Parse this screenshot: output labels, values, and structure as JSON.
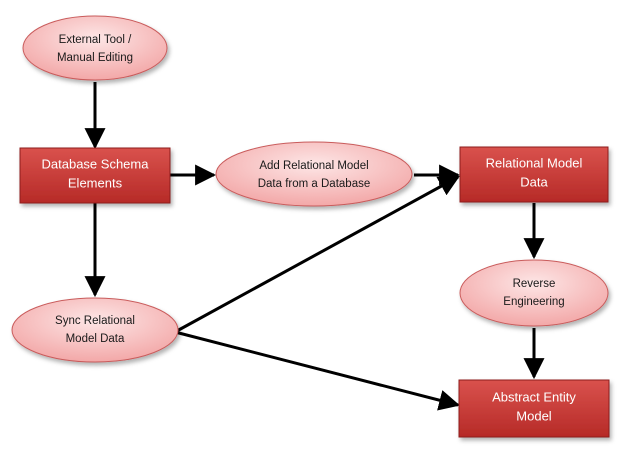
{
  "nodes": {
    "external_tool": {
      "lines": [
        "External Tool /",
        "Manual Editing"
      ]
    },
    "db_schema": {
      "lines": [
        "Database Schema",
        "Elements"
      ]
    },
    "add_relational": {
      "lines": [
        "Add Relational Model",
        "Data from a Database"
      ]
    },
    "relational_model": {
      "lines": [
        "Relational Model",
        "Data"
      ]
    },
    "reverse_eng": {
      "lines": [
        "Reverse",
        "Engineering"
      ]
    },
    "sync_relational": {
      "lines": [
        "Sync Relational",
        "Model Data"
      ]
    },
    "abstract_entity": {
      "lines": [
        "Abstract Entity",
        "Model"
      ]
    }
  },
  "colors": {
    "rect_fill": "#c0302d",
    "rect_fill_light": "#d9524d",
    "ellipse_fill": "#f7b6b6",
    "ellipse_fill_light": "#fde1e1",
    "ellipse_stroke": "#c95b5b",
    "arrow": "#000000"
  }
}
